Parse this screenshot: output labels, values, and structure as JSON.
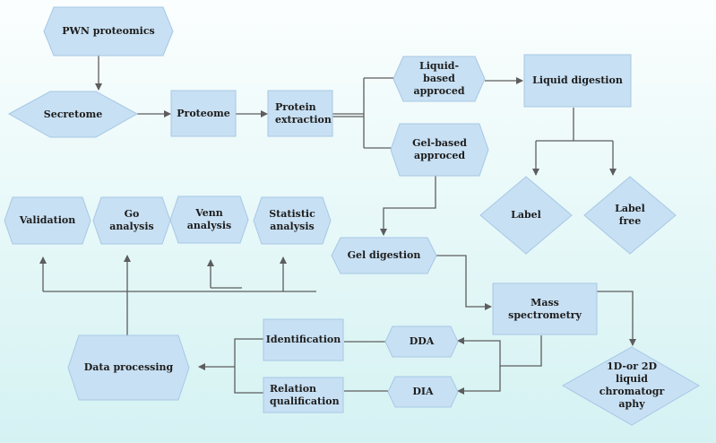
{
  "diagram": {
    "nodes": {
      "pwn_proteomics": "PWN proteomics",
      "secretome": "Secretome",
      "proteome": "Proteome",
      "protein_extraction": "Protein\nextraction",
      "liquid_based": "Liquid-\nbased\napproced",
      "liquid_digestion": "Liquid digestion",
      "gel_based": "Gel-based\napproced",
      "label": "Label",
      "label_free": "Label\nfree",
      "validation": "Validation",
      "go_analysis": "Go\nanalysis",
      "venn_analysis": "Venn\nanalysis",
      "statistic_analysis": "Statistic\nanalysis",
      "gel_digestion": "Gel digestion",
      "mass_spectrometry": "Mass spectrometry",
      "lc": "1D-or 2D\nliquid\nchromatogr\naphy",
      "identification": "Identification",
      "dda": "DDA",
      "data_processing": "Data processing",
      "relation_qualification": "Relation\nqualification",
      "dia": "DIA"
    },
    "colors": {
      "node_fill": "#c8e0f3",
      "node_stroke": "#a6c8e6",
      "connector": "#5d5d5d"
    }
  }
}
